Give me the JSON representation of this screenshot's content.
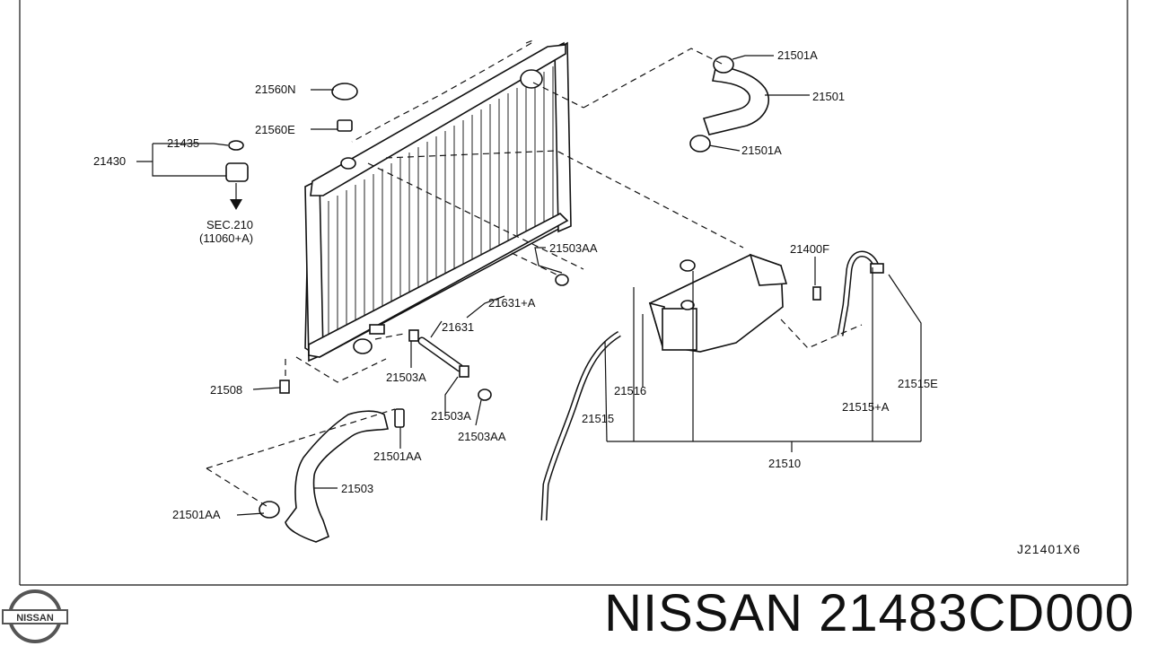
{
  "brand": "NISSAN",
  "part_number": "21483CD000",
  "footer_title": "NISSAN 21483CD000",
  "logo_text": "NISSAN",
  "diagram_code": "J21401X6",
  "section_ref": {
    "line1": "SEC.210",
    "line2": "(11060+A)"
  },
  "callouts": {
    "c21501A_top": "21501A",
    "c21501": "21501",
    "c21501A_bot": "21501A",
    "c21560N": "21560N",
    "c21560E": "21560E",
    "c21435": "21435",
    "c21430": "21430",
    "c21503AA_top": "21503AA",
    "c21400F": "21400F",
    "c21631A": "21631+A",
    "c21631": "21631",
    "c21508": "21508",
    "c21503A_left": "21503A",
    "c21503A_mid": "21503A",
    "c21503AA_mid": "21503AA",
    "c21516": "21516",
    "c21515E": "21515E",
    "c21515": "21515",
    "c21515A": "21515+A",
    "c21510": "21510",
    "c21501AA_mid": "21501AA",
    "c21503": "21503",
    "c21501AA_left": "21501AA"
  }
}
